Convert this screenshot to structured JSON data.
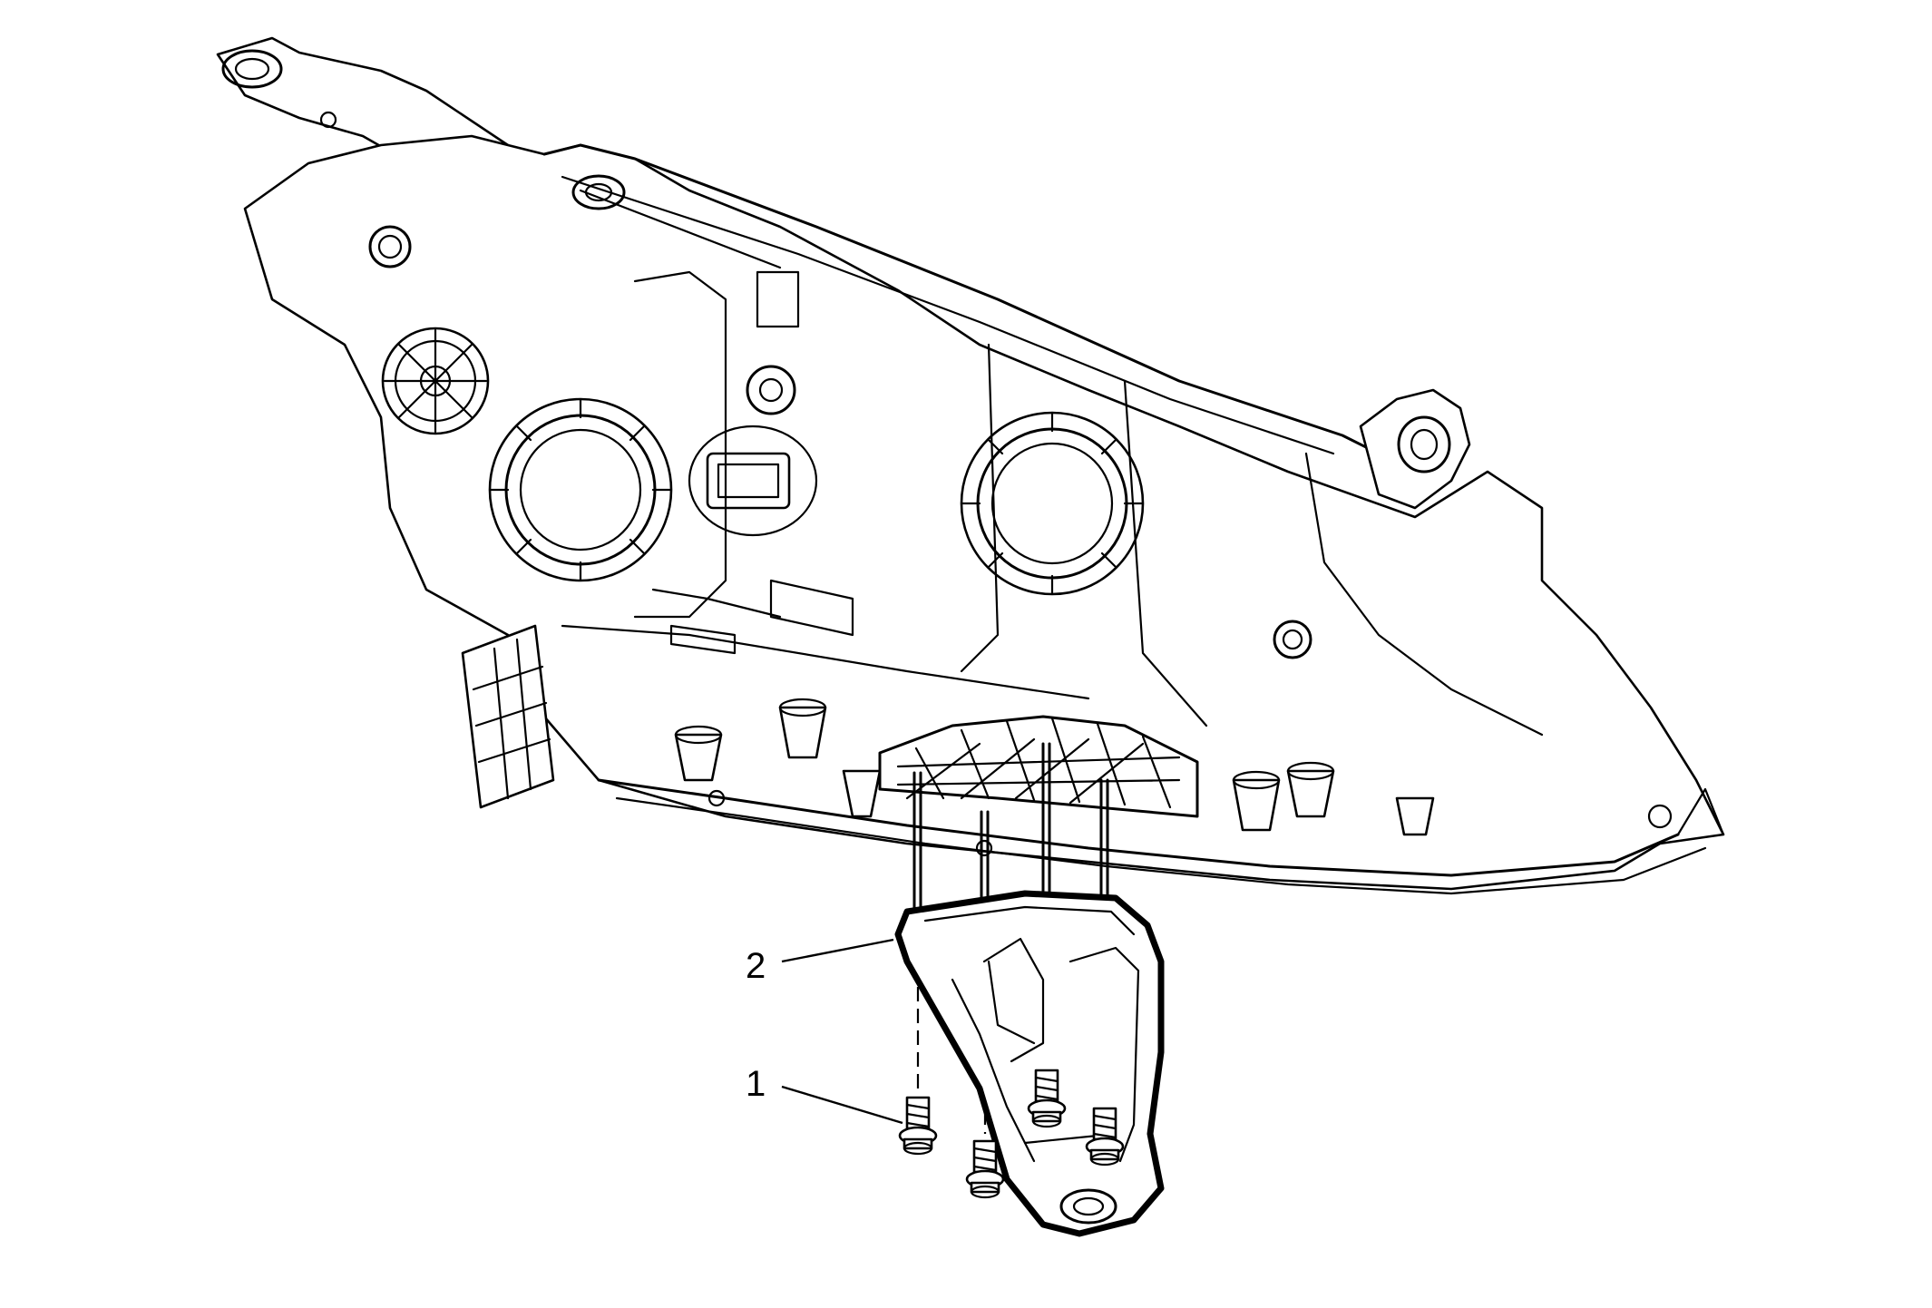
{
  "diagram": {
    "callouts": [
      {
        "id": "1",
        "label": "1",
        "part": "bolt"
      },
      {
        "id": "2",
        "label": "2",
        "part": "bracket"
      }
    ]
  },
  "colors": {
    "line": "#000000",
    "background": "#ffffff"
  }
}
